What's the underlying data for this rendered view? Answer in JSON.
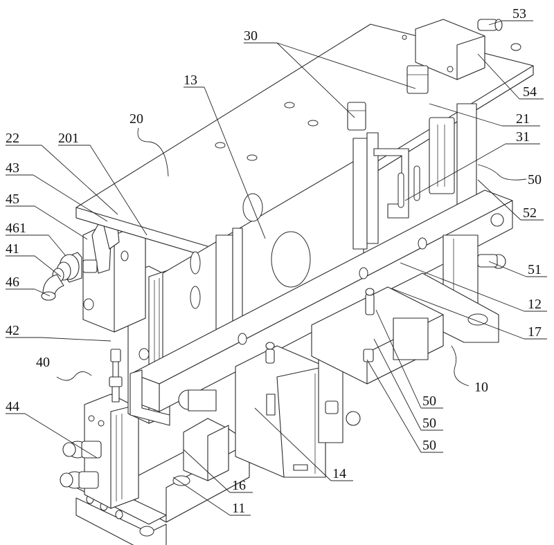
{
  "figure": {
    "type": "patent mechanical drawing",
    "description": "Isometric line drawing of a mechanical fixture assembly with numbered reference labels"
  },
  "labels": [
    {
      "id": "label-53",
      "text": "53"
    },
    {
      "id": "label-30",
      "text": "30"
    },
    {
      "id": "label-13",
      "text": "13"
    },
    {
      "id": "label-54",
      "text": "54"
    },
    {
      "id": "label-20",
      "text": "20"
    },
    {
      "id": "label-21",
      "text": "21"
    },
    {
      "id": "label-22",
      "text": "22"
    },
    {
      "id": "label-201",
      "text": "201"
    },
    {
      "id": "label-31",
      "text": "31"
    },
    {
      "id": "label-43",
      "text": "43"
    },
    {
      "id": "label-50-a",
      "text": "50"
    },
    {
      "id": "label-45",
      "text": "45"
    },
    {
      "id": "label-52",
      "text": "52"
    },
    {
      "id": "label-461",
      "text": "461"
    },
    {
      "id": "label-41",
      "text": "41"
    },
    {
      "id": "label-51",
      "text": "51"
    },
    {
      "id": "label-46",
      "text": "46"
    },
    {
      "id": "label-12",
      "text": "12"
    },
    {
      "id": "label-17",
      "text": "17"
    },
    {
      "id": "label-42",
      "text": "42"
    },
    {
      "id": "label-40",
      "text": "40"
    },
    {
      "id": "label-10",
      "text": "10"
    },
    {
      "id": "label-50-b",
      "text": "50"
    },
    {
      "id": "label-50-c",
      "text": "50"
    },
    {
      "id": "label-50-d",
      "text": "50"
    },
    {
      "id": "label-44",
      "text": "44"
    },
    {
      "id": "label-14",
      "text": "14"
    },
    {
      "id": "label-16",
      "text": "16"
    },
    {
      "id": "label-11",
      "text": "11"
    }
  ]
}
